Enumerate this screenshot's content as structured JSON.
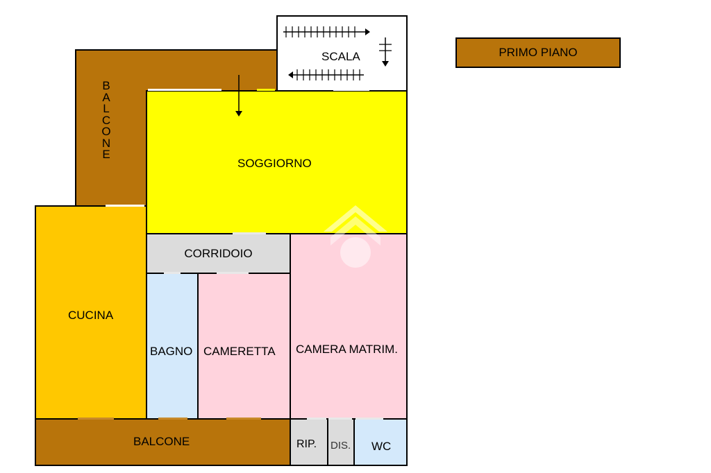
{
  "plan_title": "PRIMO PIANO",
  "colors": {
    "balcone": "#b8740b",
    "soggiorno": "#ffff00",
    "cucina": "#ffc800",
    "corridoio": "#dcdcdc",
    "bagno": "#d4e9fb",
    "camere": "#ffd3dd",
    "ripostiglio": "#dcdcdc",
    "disimpegno": "#dcdcdc",
    "wc": "#d4e9fb",
    "scala": "#ffffff"
  },
  "rooms": {
    "scala": "SCALA",
    "soggiorno": "SOGGIORNO",
    "corridoio": "CORRIDOIO",
    "cucina": "CUCINA",
    "bagno": "BAGNO",
    "cameretta": "CAMERETTA",
    "camera_matrimoniale": "CAMERA MATRIM.",
    "balcone_bottom": "BALCONE",
    "ripostiglio": "RIP.",
    "disimpegno": "DIS.",
    "wc": "WC",
    "balcone_left_letters": [
      "B",
      "A",
      "L",
      "C",
      "O",
      "N",
      "E"
    ]
  },
  "icons": [
    "stair-arrow-icon",
    "entrance-arrow-icon",
    "watermark-logo-icon"
  ]
}
